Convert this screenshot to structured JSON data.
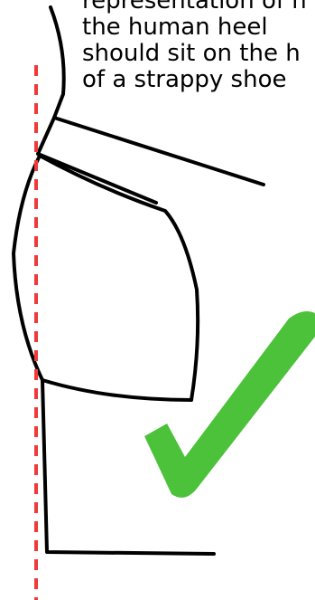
{
  "caption": {
    "lines": [
      "representation of h",
      "the human heel",
      "should sit on the h",
      "of a strappy shoe"
    ]
  },
  "colors": {
    "outline": "#000000",
    "guide_line": "#ee3a3a",
    "checkmark": "#4cc23a",
    "background": "#ffffff"
  },
  "icons": {
    "checkmark": "checkmark-icon"
  }
}
